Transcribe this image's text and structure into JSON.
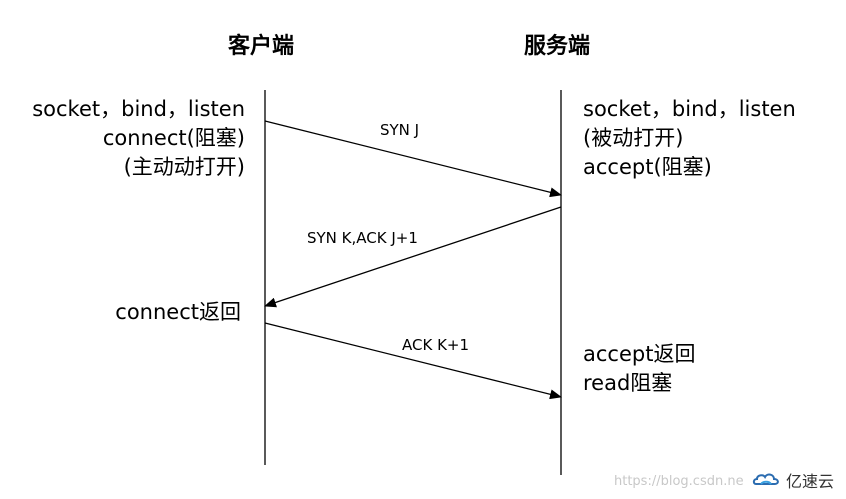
{
  "lanes": {
    "client_title": "客户端",
    "server_title": "服务端"
  },
  "client_notes": {
    "setup": [
      "socket，bind，listen",
      "connect(阻塞)",
      "(主动动打开)"
    ],
    "connect_return": "connect返回"
  },
  "server_notes": {
    "setup": [
      "socket，bind，listen",
      "(被动打开)",
      "accept(阻塞)"
    ],
    "accept_return": [
      "accept返回",
      "read阻塞"
    ]
  },
  "messages": [
    {
      "label": "SYN J",
      "from": "client",
      "to": "server"
    },
    {
      "label": "SYN K,ACK J+1",
      "from": "server",
      "to": "client"
    },
    {
      "label": "ACK K+1",
      "from": "client",
      "to": "server"
    }
  ],
  "watermark": {
    "url": "https://blog.csdn.ne",
    "brand": "亿速云"
  }
}
